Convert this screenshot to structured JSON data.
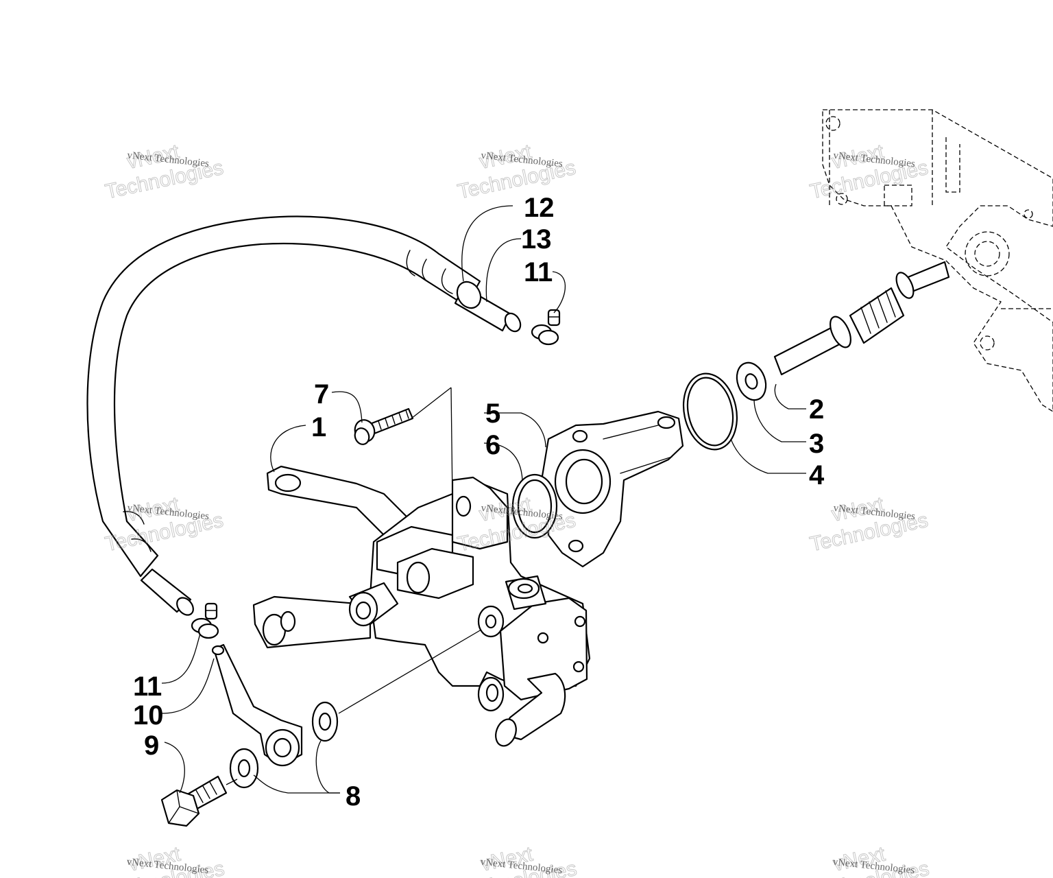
{
  "diagram": {
    "callouts": [
      {
        "id": "c1",
        "label": "1"
      },
      {
        "id": "c2",
        "label": "2"
      },
      {
        "id": "c3",
        "label": "3"
      },
      {
        "id": "c4",
        "label": "4"
      },
      {
        "id": "c5",
        "label": "5"
      },
      {
        "id": "c6",
        "label": "6"
      },
      {
        "id": "c7",
        "label": "7"
      },
      {
        "id": "c8",
        "label": "8"
      },
      {
        "id": "c9",
        "label": "9"
      },
      {
        "id": "c10",
        "label": "10"
      },
      {
        "id": "c11a",
        "label": "11"
      },
      {
        "id": "c11b",
        "label": "11"
      },
      {
        "id": "c12",
        "label": "12"
      },
      {
        "id": "c13",
        "label": "13"
      }
    ]
  },
  "watermark": {
    "small_text": "vNext Technologies",
    "big_line1": "vNext",
    "big_line2": "Technologies"
  }
}
